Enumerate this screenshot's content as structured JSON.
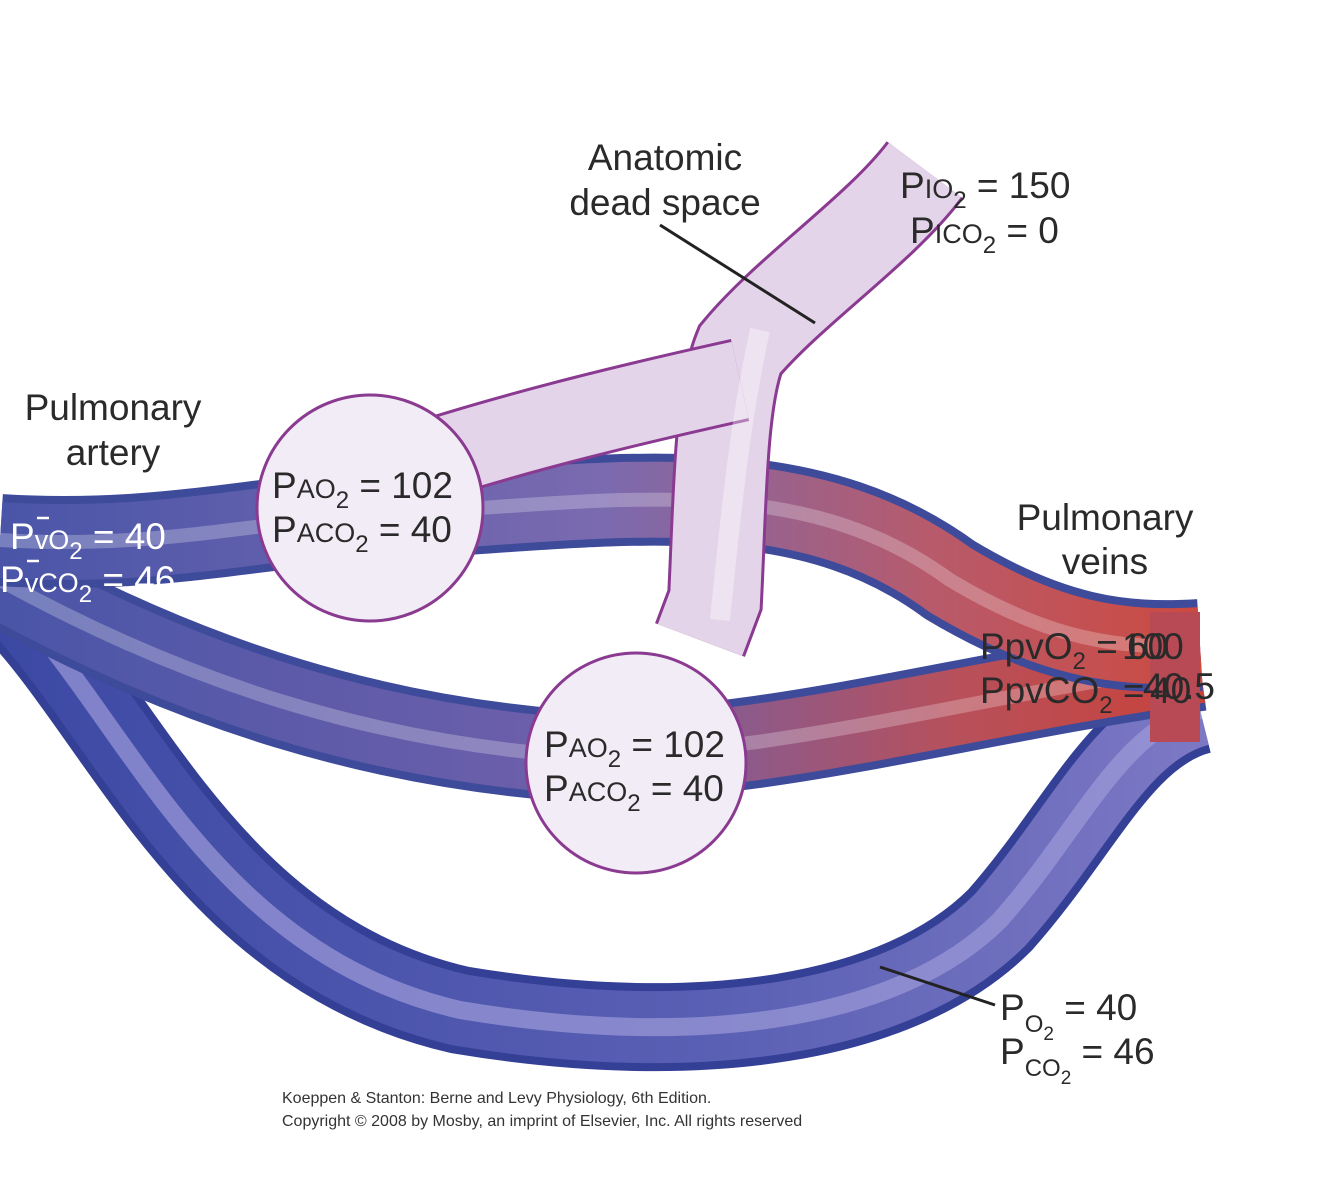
{
  "labels": {
    "dead_space_1": "Anatomic",
    "dead_space_2": "dead space",
    "pulmonary_artery_1": "Pulmonary",
    "pulmonary_artery_2": "artery",
    "pulmonary_veins_1": "Pulmonary",
    "pulmonary_veins_2": "veins"
  },
  "inspired": {
    "o2": {
      "prefix": "P",
      "small": "IO",
      "sub": "2",
      "rest": " = 150"
    },
    "co2": {
      "prefix": "P",
      "small": "ICO",
      "sub": "2",
      "rest": " = 0"
    }
  },
  "alveolus_upper": {
    "o2": {
      "prefix": "P",
      "small": "AO",
      "sub": "2",
      "rest": " = 102"
    },
    "co2": {
      "prefix": "P",
      "small": "ACO",
      "sub": "2",
      "rest": " = 40"
    }
  },
  "alveolus_lower": {
    "o2": {
      "prefix": "P",
      "small": "AO",
      "sub": "2",
      "rest": " = 102"
    },
    "co2": {
      "prefix": "P",
      "small": "ACO",
      "sub": "2",
      "rest": " = 40"
    }
  },
  "mixed_venous": {
    "o2": {
      "prefix": "P",
      "small": "vO",
      "sub": "2",
      "rest": " = 40"
    },
    "co2": {
      "prefix": "P",
      "small": "vCO",
      "sub": "2",
      "rest": " = 46"
    }
  },
  "pulmonary_vein": {
    "o2": {
      "prefix": "Ppv",
      "mid": "O",
      "sub": "2",
      "rest": " = ",
      "value_a": "100",
      "value_b": "60"
    },
    "co2": {
      "prefix": "Ppv",
      "mid": "CO",
      "sub": "2",
      "rest": " = ",
      "value_a": "40.5",
      "value_b": "40"
    }
  },
  "shunt": {
    "o2": {
      "prefix": "P",
      "mid": "O",
      "sub": "2",
      "rest": " = 40"
    },
    "co2": {
      "prefix": "P",
      "mid": "CO",
      "sub": "2",
      "rest": " = 46"
    }
  },
  "credit": {
    "line1": "Koeppen & Stanton: Berne and Levy Physiology, 6th Edition.",
    "line2": "Copyright © 2008 by Mosby, an imprint of Elsevier, Inc. All rights reserved"
  },
  "colors": {
    "venous_blue": "#4a55a8",
    "venous_blue_light": "#8f8fd0",
    "arterial_red": "#c8504a",
    "airway_fill": "#e4d4ea",
    "airway_edge": "#8a3a90",
    "alveolus_fill": "#f2ecf6"
  }
}
